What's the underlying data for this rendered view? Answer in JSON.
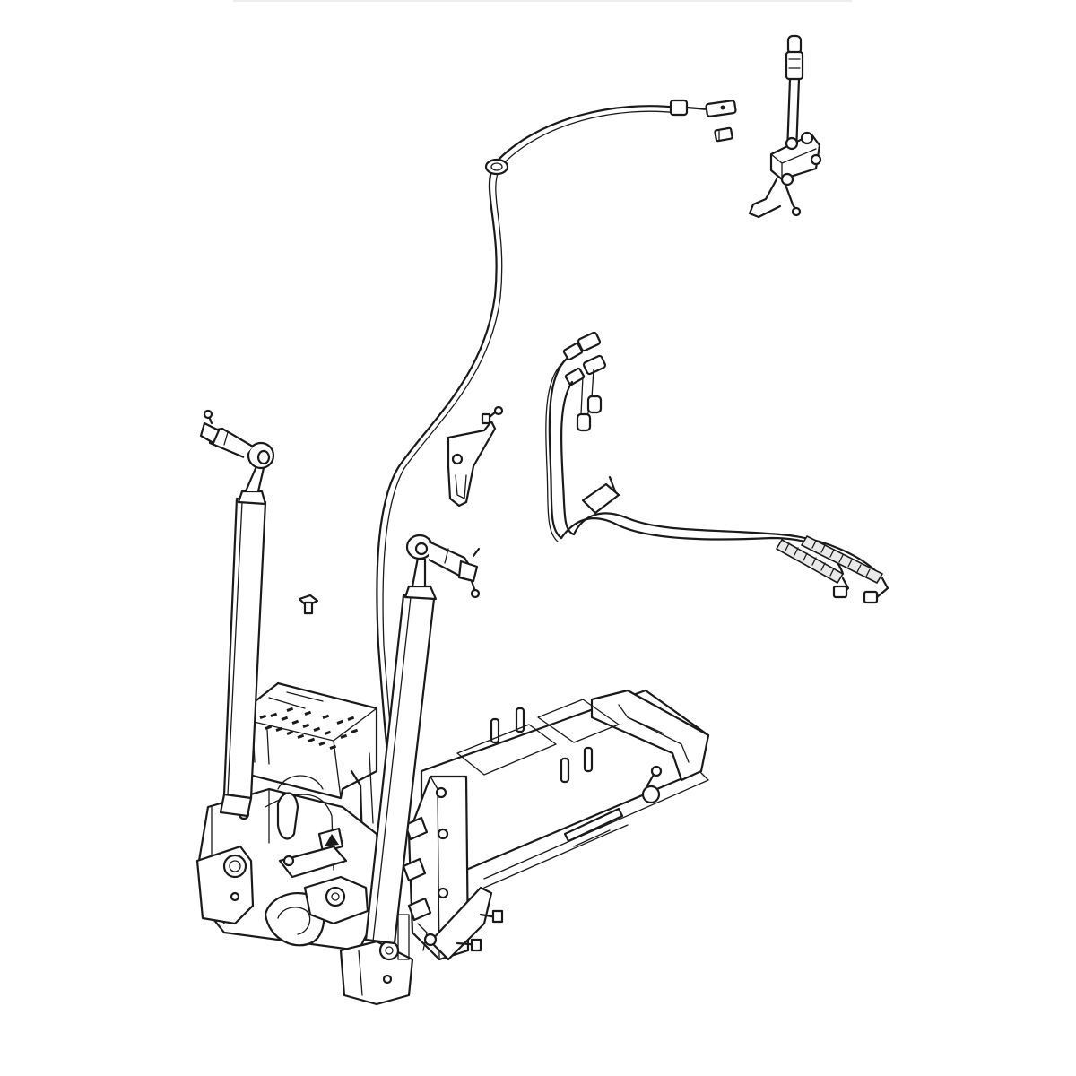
{
  "figure": {
    "kind": "exploded-parts-diagram",
    "style": "black line art on white",
    "background_color": "#ffffff",
    "line_color": "#1a1a1a",
    "labels": []
  },
  "parts": [
    {
      "id": "control-lever",
      "icon": "lever-icon"
    },
    {
      "id": "control-cable",
      "icon": "cable-icon"
    },
    {
      "id": "cable-clevis",
      "icon": "clevis-icon"
    },
    {
      "id": "cable-nut",
      "icon": "nut-icon"
    },
    {
      "id": "mounting-bracket",
      "icon": "bracket-icon"
    },
    {
      "id": "hydraulic-hose-assembly",
      "icon": "hose-icon"
    },
    {
      "id": "left-lift-rod",
      "icon": "rod-icon"
    },
    {
      "id": "right-lift-rod",
      "icon": "rod-icon"
    },
    {
      "id": "loose-bolt",
      "icon": "bolt-icon"
    },
    {
      "id": "hitch-frame-assembly",
      "icon": "frame-icon"
    }
  ]
}
